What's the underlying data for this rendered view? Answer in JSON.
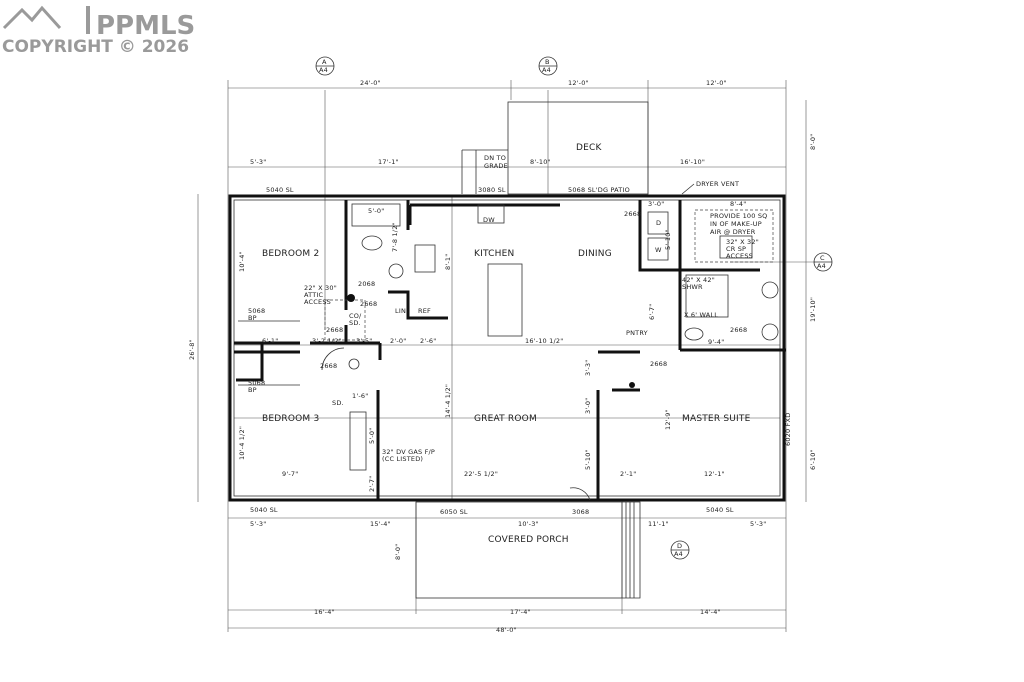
{
  "watermark": {
    "brand": "PPMLS",
    "copyright": "COPYRIGHT © 2026"
  },
  "rooms": {
    "bedroom2": "BEDROOM 2",
    "bedroom3": "BEDROOM 3",
    "kitchen": "KITCHEN",
    "dining": "DINING",
    "great_room": "GREAT ROOM",
    "master_suite": "MASTER SUITE",
    "deck": "DECK",
    "covered_porch": "COVERED PORCH",
    "lin": "LIN",
    "ref": "REF",
    "pantry": "PNTRY",
    "dryer": "D",
    "washer": "W",
    "dishwasher": "DW"
  },
  "notes": {
    "dryer_vent": "DRYER VENT",
    "makeup_air": [
      "PROVIDE 100 SQ",
      "IN OF MAKE-UP",
      "AIR @ DRYER"
    ],
    "attic_access_master": [
      "32\" X 32\"",
      "CR SP",
      "ACCESS"
    ],
    "attic_access": [
      "22\" X 30\"",
      "ATTIC",
      "ACCESS"
    ],
    "co_sd": [
      "CO/",
      "SD."
    ],
    "sd": "SD.",
    "fireplace": [
      "32\" DV GAS F/P",
      "(CC LISTED)"
    ],
    "shower": [
      "42\" X 42\"",
      "SHWR"
    ],
    "wall": "X 6' WALL",
    "dn_to_grade": [
      "DN TO",
      "GRADE"
    ]
  },
  "openings": {
    "w_top_left": "5040 SL",
    "w_top_mid": "3080 SL",
    "patio": "5068 SL'DG PATIO",
    "w_bot_left": "5040 SL",
    "w_bot_mid": "6050 SL",
    "door_front": "3068",
    "w_bot_right": "5040 SL",
    "bp1": [
      "5068",
      "BP"
    ],
    "bp2": [
      "5068",
      "BP"
    ],
    "door_2668_a": "2668",
    "door_2068": "2068",
    "door_2668_b": "2668",
    "door_2668_c": "2668",
    "door_2668_d": "2668",
    "door_2668_e": "2668",
    "door_2668_f": "2668",
    "fxd": "6020 FXD"
  },
  "section_markers": [
    {
      "letter": "A",
      "sheet": "A4"
    },
    {
      "letter": "B",
      "sheet": "A4"
    },
    {
      "letter": "C",
      "sheet": "A4"
    },
    {
      "letter": "D",
      "sheet": "A4"
    }
  ],
  "dimensions": {
    "top_overall": [
      "24'-0\"",
      "12'-0\"",
      "12'-0\""
    ],
    "top_second": [
      "5'-3\"",
      "17'-1\"",
      "8'-10\"",
      "16'-10\""
    ],
    "right": [
      "8'-0\"",
      "19'-10\"",
      "6'-10\""
    ],
    "left": "26'-8\"",
    "bottom_first": [
      "5'-3\"",
      "15'-4\"",
      "10'-3\"",
      "11'-1\"",
      "5'-3\""
    ],
    "bottom_second": [
      "16'-4\"",
      "17'-4\"",
      "14'-4\""
    ],
    "bottom_overall": "48'-0\"",
    "porch_depth": "8'-0\"",
    "interior": {
      "bed2_height": "10'-4\"",
      "bath_tub": "5'-0\"",
      "bath_len": "7'-8 1/2\"",
      "kitchen_h": "8'-1\"",
      "closet_6_1": "6'-1\"",
      "d_3_2": "3'-2 1/2\"",
      "d_3_5": "3'-5\"",
      "d_2_0": "2'-0\"",
      "d_2_6": "2'-6\"",
      "d_16_10": "16'-10 1/2\"",
      "bed3_height": "10'-4 1/2\"",
      "bed3_width": "9'-7\"",
      "fp_1_6": "1'-6\"",
      "fp_5_0": "5'-0\"",
      "fp_2_7": "2'-7\"",
      "great_h": "14'-4 1/2\"",
      "great_w": "22'-5 1/2\"",
      "d_3_3": "3'-3\"",
      "d_3_0": "3'-0\"",
      "d_5_10": "5'-10\"",
      "master_h": "12'-9\"",
      "master_w": "12'-1\"",
      "d_2_1": "2'-1\"",
      "laundry_w": "3'-0\"",
      "laundry_h": "5'-10\"",
      "bath_w": "8'-4\"",
      "bath_9_4": "9'-4\"",
      "pantry_6_7": "6'-7\""
    }
  }
}
